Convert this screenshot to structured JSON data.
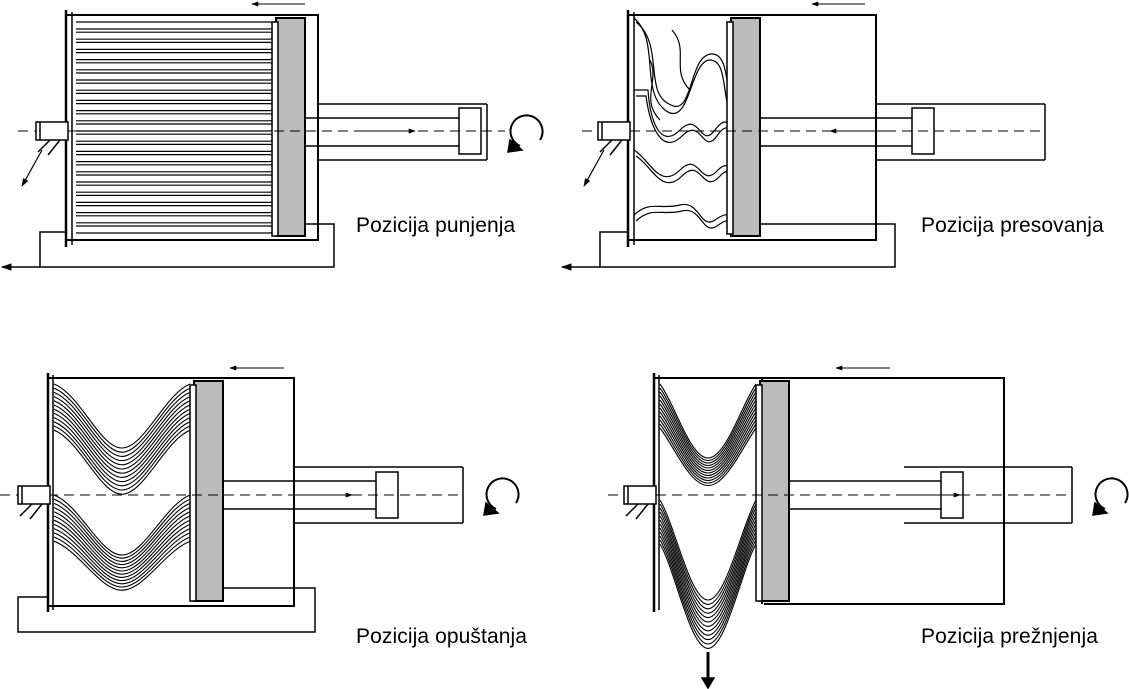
{
  "panels": [
    {
      "id": "fill",
      "label": "Pozicija punjenja"
    },
    {
      "id": "press",
      "label": "Pozicija presovanja"
    },
    {
      "id": "release",
      "label": "Pozicija opuštanja"
    },
    {
      "id": "drain",
      "label": "Pozicija prežnjenja"
    }
  ],
  "colors": {
    "stroke": "#000000",
    "piston": "#bbbbbb",
    "background": "#ffffff"
  },
  "icons": [
    "rotation-arrow-icon",
    "drain-down-arrow-icon",
    "direction-arrow-icon"
  ]
}
